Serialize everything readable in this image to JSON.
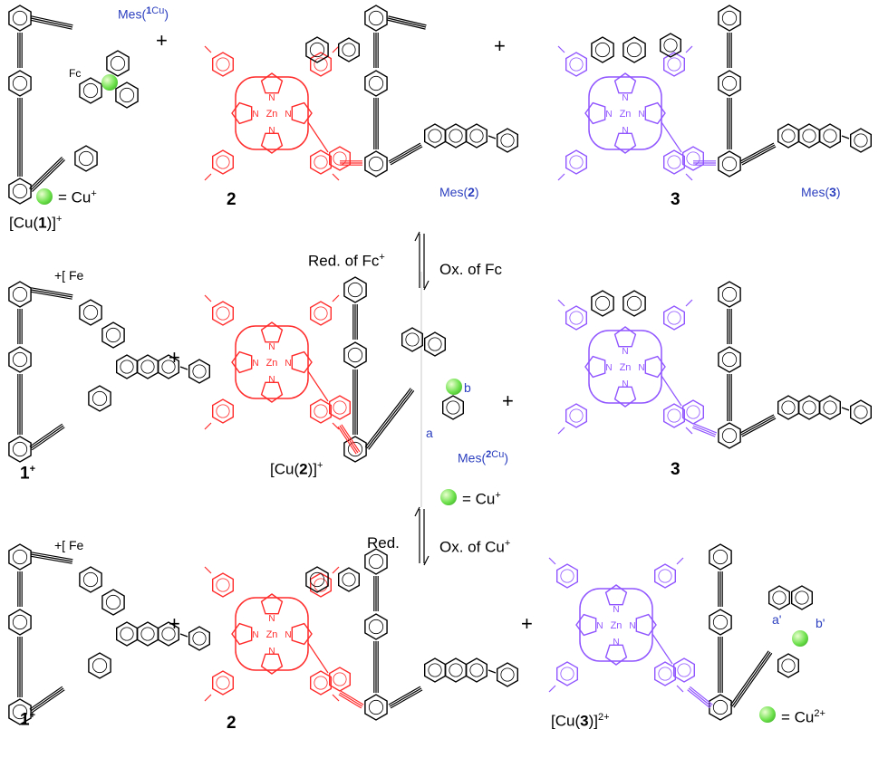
{
  "colors": {
    "red_porphyrin": "#ff2a2a",
    "purple_porphyrin": "#9055ff",
    "label_blue": "#2b3fbf",
    "cu_ball": "#6be04a",
    "scaffold": "#000000"
  },
  "atoms": {
    "zn": "Zn",
    "n": "N",
    "fe": "Fe",
    "fc": "Fc"
  },
  "row1": {
    "complex1": {
      "name_prefix": "[Cu(",
      "name_bold": "1",
      "name_suffix": ")]",
      "charge": "+",
      "mes_label": "Mes(",
      "mes_sup": "1",
      "mes_sup2": "Cu",
      "mes_end": ")"
    },
    "legend": {
      "text": "= Cu",
      "charge": "+"
    },
    "plus": "+",
    "compound2": {
      "label": "2",
      "mes_label": "Mes(",
      "mes_bold": "2",
      "mes_end": ")"
    },
    "compound3": {
      "label": "3",
      "mes_label": "Mes(",
      "mes_bold": "3",
      "mes_end": ")"
    }
  },
  "arrows1": {
    "left": "Red. of Fc",
    "left_sup": "+",
    "right": "Ox. of Fc"
  },
  "row2": {
    "compound1": {
      "label": "1",
      "charge": "+",
      "fc_prefix": "+["
    },
    "plus": "+",
    "complex2": {
      "name_prefix": "[Cu(",
      "name_bold": "2",
      "name_suffix": ")]",
      "charge": "+",
      "mes_label": "Mes(",
      "mes_sup": "2",
      "mes_sup2": "Cu",
      "mes_end": ")",
      "proton_a": "a",
      "proton_b": "b"
    },
    "legend": {
      "text": "= Cu",
      "charge": "+"
    },
    "compound3": {
      "label": "3"
    }
  },
  "arrows2": {
    "left": "Red.",
    "right": "Ox. of Cu",
    "right_sup": "+"
  },
  "row3": {
    "compound1": {
      "label": "1",
      "charge": "+",
      "fc_prefix": "+["
    },
    "plus": "+",
    "compound2": {
      "label": "2"
    },
    "complex3": {
      "name_prefix": "[Cu(",
      "name_bold": "3",
      "name_suffix": ")]",
      "charge": "2+",
      "proton_a": "a'",
      "proton_b": "b'"
    },
    "legend": {
      "text": "= Cu",
      "charge": "2+"
    }
  }
}
